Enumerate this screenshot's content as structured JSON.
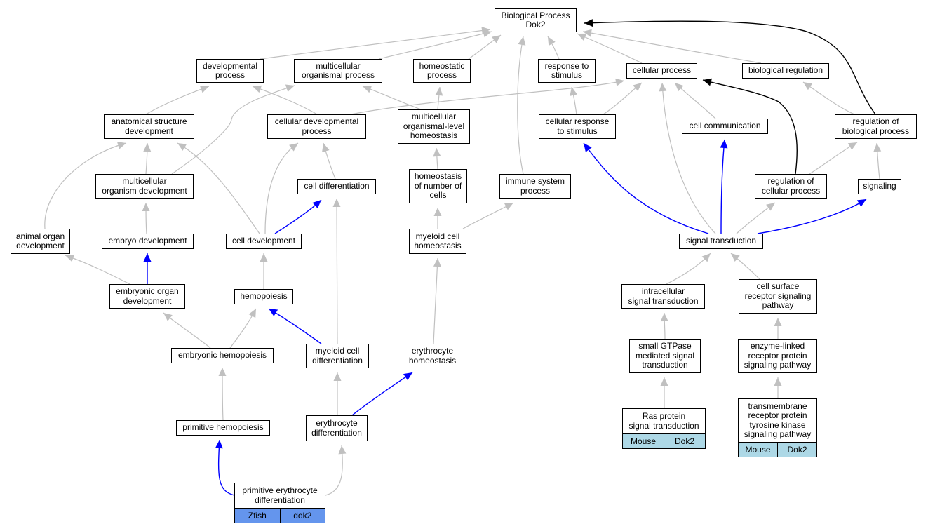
{
  "colors": {
    "is_a": "#c0c0c0",
    "highlight": "#0000ff",
    "root_edge": "#000000",
    "mouse_fill": "#add8e6",
    "zfish_fill": "#6495ed"
  },
  "nodes": {
    "root": "Biological Process\nDok2",
    "developmental_process": "developmental\nprocess",
    "multicellular_organismal_process": "multicellular\norganismal process",
    "homeostatic_process": "homeostatic\nprocess",
    "response_to_stimulus": "response to\nstimulus",
    "cellular_process": "cellular process",
    "biological_regulation": "biological regulation",
    "anatomical_structure_development": "anatomical structure\ndevelopment",
    "cellular_developmental_process": "cellular developmental\nprocess",
    "multicellular_organism_homeostasis": "multicellular\norganismal-level\nhomeostasis",
    "cellular_response_to_stimulus": "cellular response\nto stimulus",
    "cell_communication": "cell communication",
    "regulation_of_biological_process": "regulation of\nbiological process",
    "multicellular_organism_development": "multicellular\norganism development",
    "cell_differentiation": "cell differentiation",
    "homeostasis_of_number_of_cells": "homeostasis\nof number of\ncells",
    "immune_system_process": "immune system\nprocess",
    "regulation_of_cellular_process": "regulation of\ncellular process",
    "signaling": "signaling",
    "animal_organ_development": "animal organ\ndevelopment",
    "embryo_development": "embryo development",
    "cell_development": "cell development",
    "myeloid_cell_homeostasis": "myeloid cell\nhomeostasis",
    "signal_transduction": "signal transduction",
    "embryonic_organ_development": "embryonic organ\ndevelopment",
    "hemopoiesis": "hemopoiesis",
    "intracellular_signal_transduction": "intracellular\nsignal transduction",
    "cell_surface_receptor_signaling_pathway": "cell surface\nreceptor signaling\npathway",
    "embryonic_hemopoiesis": "embryonic hemopoiesis",
    "myeloid_cell_differentiation": "myeloid cell\ndifferentiation",
    "erythrocyte_homeostasis": "erythrocyte\nhomeostasis",
    "small_gtpase_mediated_signal_transduction": "small GTPase\nmediated signal\ntransduction",
    "enzyme_linked_receptor_protein_signaling_pathway": "enzyme-linked\nreceptor protein\nsignaling pathway",
    "primitive_hemopoiesis": "primitive hemopoiesis",
    "erythrocyte_differentiation": "erythrocyte\ndifferentiation",
    "ras_protein_signal_transduction": "Ras protein\nsignal transduction",
    "transmembrane_receptor_protein_tyrosine_kinase_signaling_pathway": "transmembrane\nreceptor protein\ntyrosine kinase\nsignaling pathway",
    "primitive_erythrocyte_differentiation": "primitive erythrocyte\ndifferentiation"
  },
  "annotations": {
    "ras_protein_signal_transduction": [
      "Mouse",
      "Dok2"
    ],
    "transmembrane_receptor_protein_tyrosine_kinase_signaling_pathway": [
      "Mouse",
      "Dok2"
    ],
    "primitive_erythrocyte_differentiation": [
      "Zfish",
      "dok2"
    ]
  },
  "edges": [
    {
      "from": "developmental_process",
      "to": "root",
      "type": "is_a"
    },
    {
      "from": "multicellular_organismal_process",
      "to": "root",
      "type": "is_a"
    },
    {
      "from": "homeostatic_process",
      "to": "root",
      "type": "is_a"
    },
    {
      "from": "response_to_stimulus",
      "to": "root",
      "type": "is_a"
    },
    {
      "from": "cellular_process",
      "to": "root",
      "type": "is_a"
    },
    {
      "from": "biological_regulation",
      "to": "root",
      "type": "is_a"
    },
    {
      "from": "immune_system_process",
      "to": "root",
      "type": "is_a"
    },
    {
      "from": "regulation_of_biological_process",
      "to": "root",
      "type": "regulates"
    },
    {
      "from": "anatomical_structure_development",
      "to": "developmental_process",
      "type": "is_a"
    },
    {
      "from": "cellular_developmental_process",
      "to": "developmental_process",
      "type": "is_a"
    },
    {
      "from": "cellular_developmental_process",
      "to": "cellular_process",
      "type": "is_a"
    },
    {
      "from": "multicellular_organism_homeostasis",
      "to": "multicellular_organismal_process",
      "type": "is_a"
    },
    {
      "from": "multicellular_organism_homeostasis",
      "to": "homeostatic_process",
      "type": "is_a"
    },
    {
      "from": "multicellular_organism_development",
      "to": "multicellular_organismal_process",
      "type": "is_a"
    },
    {
      "from": "multicellular_organism_development",
      "to": "anatomical_structure_development",
      "type": "is_a"
    },
    {
      "from": "cellular_response_to_stimulus",
      "to": "response_to_stimulus",
      "type": "is_a"
    },
    {
      "from": "cellular_response_to_stimulus",
      "to": "cellular_process",
      "type": "is_a"
    },
    {
      "from": "cell_communication",
      "to": "cellular_process",
      "type": "is_a"
    },
    {
      "from": "regulation_of_biological_process",
      "to": "biological_regulation",
      "type": "is_a"
    },
    {
      "from": "regulation_of_cellular_process",
      "to": "regulation_of_biological_process",
      "type": "is_a"
    },
    {
      "from": "regulation_of_cellular_process",
      "to": "cellular_process",
      "type": "regulates"
    },
    {
      "from": "signaling",
      "to": "regulation_of_biological_process",
      "type": "is_a"
    },
    {
      "from": "cell_differentiation",
      "to": "cellular_developmental_process",
      "type": "is_a"
    },
    {
      "from": "homeostasis_of_number_of_cells",
      "to": "multicellular_organism_homeostasis",
      "type": "is_a"
    },
    {
      "from": "animal_organ_development",
      "to": "anatomical_structure_development",
      "type": "is_a"
    },
    {
      "from": "embryo_development",
      "to": "multicellular_organism_development",
      "type": "is_a"
    },
    {
      "from": "cell_development",
      "to": "anatomical_structure_development",
      "type": "is_a"
    },
    {
      "from": "cell_development",
      "to": "cellular_developmental_process",
      "type": "is_a"
    },
    {
      "from": "cell_development",
      "to": "cell_differentiation",
      "type": "part_of"
    },
    {
      "from": "myeloid_cell_homeostasis",
      "to": "homeostasis_of_number_of_cells",
      "type": "is_a"
    },
    {
      "from": "myeloid_cell_homeostasis",
      "to": "immune_system_process",
      "type": "is_a"
    },
    {
      "from": "signal_transduction",
      "to": "cellular_response_to_stimulus",
      "type": "part_of"
    },
    {
      "from": "signal_transduction",
      "to": "cell_communication",
      "type": "part_of"
    },
    {
      "from": "signal_transduction",
      "to": "signaling",
      "type": "part_of"
    },
    {
      "from": "signal_transduction",
      "to": "regulation_of_cellular_process",
      "type": "is_a"
    },
    {
      "from": "signal_transduction",
      "to": "cellular_process",
      "type": "is_a"
    },
    {
      "from": "embryonic_organ_development",
      "to": "animal_organ_development",
      "type": "is_a"
    },
    {
      "from": "embryonic_organ_development",
      "to": "embryo_development",
      "type": "part_of"
    },
    {
      "from": "hemopoiesis",
      "to": "cell_development",
      "type": "is_a"
    },
    {
      "from": "intracellular_signal_transduction",
      "to": "signal_transduction",
      "type": "is_a"
    },
    {
      "from": "cell_surface_receptor_signaling_pathway",
      "to": "signal_transduction",
      "type": "is_a"
    },
    {
      "from": "embryonic_hemopoiesis",
      "to": "embryonic_organ_development",
      "type": "is_a"
    },
    {
      "from": "embryonic_hemopoiesis",
      "to": "hemopoiesis",
      "type": "is_a"
    },
    {
      "from": "myeloid_cell_differentiation",
      "to": "cell_differentiation",
      "type": "is_a"
    },
    {
      "from": "myeloid_cell_differentiation",
      "to": "hemopoiesis",
      "type": "part_of"
    },
    {
      "from": "erythrocyte_homeostasis",
      "to": "myeloid_cell_homeostasis",
      "type": "is_a"
    },
    {
      "from": "small_gtpase_mediated_signal_transduction",
      "to": "intracellular_signal_transduction",
      "type": "is_a"
    },
    {
      "from": "enzyme_linked_receptor_protein_signaling_pathway",
      "to": "cell_surface_receptor_signaling_pathway",
      "type": "is_a"
    },
    {
      "from": "primitive_hemopoiesis",
      "to": "embryonic_hemopoiesis",
      "type": "is_a"
    },
    {
      "from": "erythrocyte_differentiation",
      "to": "myeloid_cell_differentiation",
      "type": "is_a"
    },
    {
      "from": "erythrocyte_differentiation",
      "to": "erythrocyte_homeostasis",
      "type": "part_of"
    },
    {
      "from": "ras_protein_signal_transduction",
      "to": "small_gtpase_mediated_signal_transduction",
      "type": "is_a"
    },
    {
      "from": "transmembrane_receptor_protein_tyrosine_kinase_signaling_pathway",
      "to": "enzyme_linked_receptor_protein_signaling_pathway",
      "type": "is_a"
    },
    {
      "from": "primitive_erythrocyte_differentiation",
      "to": "primitive_hemopoiesis",
      "type": "part_of"
    },
    {
      "from": "primitive_erythrocyte_differentiation",
      "to": "erythrocyte_differentiation",
      "type": "is_a"
    }
  ]
}
